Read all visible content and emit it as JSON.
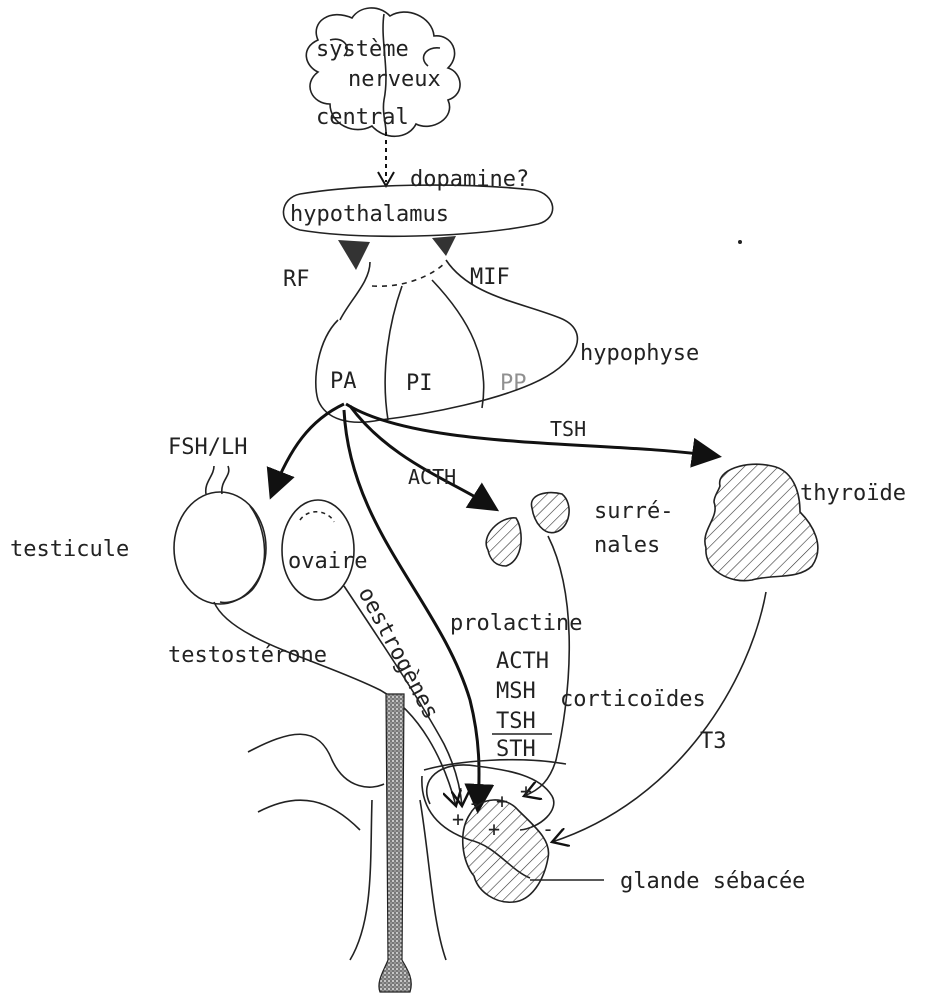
{
  "labels": {
    "cns_line1": "système",
    "cns_line2": "nerveux",
    "cns_line3": "central",
    "dopamine": "dopamine?",
    "hypothalamus": "hypothalamus",
    "rf": "RF",
    "mif": "MIF",
    "hypophyse": "hypophyse",
    "pa": "PA",
    "pi": "PI",
    "pp": "PP",
    "tsh_top": "TSH",
    "fsh_lh": "FSH/LH",
    "acth_top": "ACTH",
    "testicule": "testicule",
    "ovaire": "ovaire",
    "surrenales_line1": "surré-",
    "surrenales_line2": "nales",
    "thyroide": "thyroïde",
    "prolactine": "prolactine",
    "acth_mid": "ACTH",
    "msh": "MSH",
    "tsh_mid": "TSH",
    "sth": "STH",
    "oestrogenes": "oestrogènes",
    "testosterone": "testostérone",
    "corticoides": "corticoïdes",
    "t3": "T3",
    "glande": "glande sébacée",
    "plus1": "+",
    "minus1": "-",
    "plus2": "+",
    "plus3": "+",
    "plus4": "+",
    "minus2": "-"
  }
}
